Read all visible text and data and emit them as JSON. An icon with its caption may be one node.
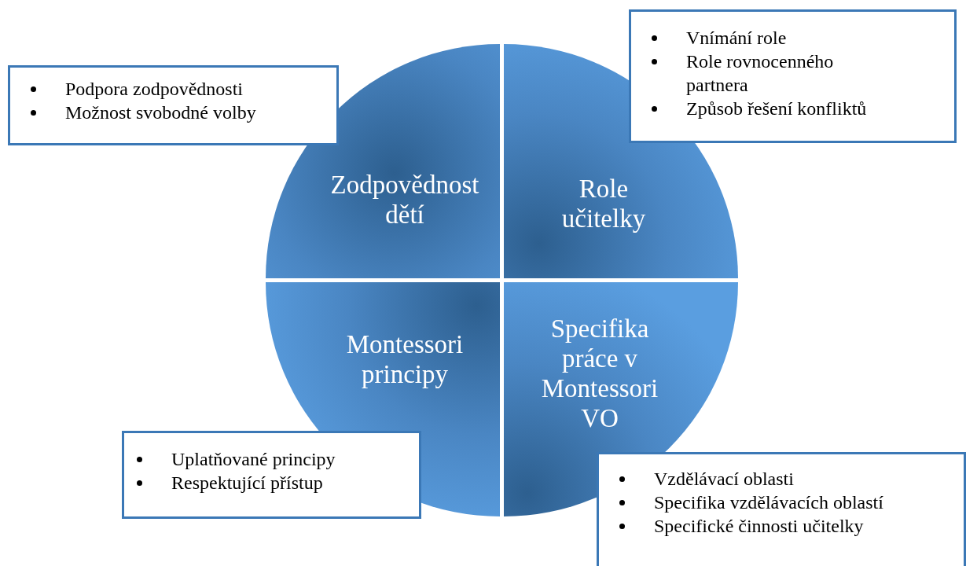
{
  "diagram": {
    "nodes": [
      {
        "text": [
          "Podpora zodpovědnosti",
          "Možnost svobodné volby"
        ]
      },
      {
        "text": [
          "Vnímání role",
          "Role rovnocenného partnera",
          "Způsob řešení konfliktů"
        ]
      },
      {
        "text": [
          "Zodpovědnost dětí"
        ]
      },
      {
        "text": [
          "Role učitelky"
        ]
      },
      {
        "text": [
          "Montessori principy"
        ]
      },
      {
        "text": [
          "Specifika práce v Montessori VO"
        ]
      },
      {
        "text": [
          "Uplatňované principy",
          "Respektující přístup"
        ]
      },
      {
        "text": [
          "Vzdělávací oblasti",
          "Specifika vzdělávacích oblastí",
          "Specifické činnosti učitelky"
        ]
      }
    ]
  }
}
